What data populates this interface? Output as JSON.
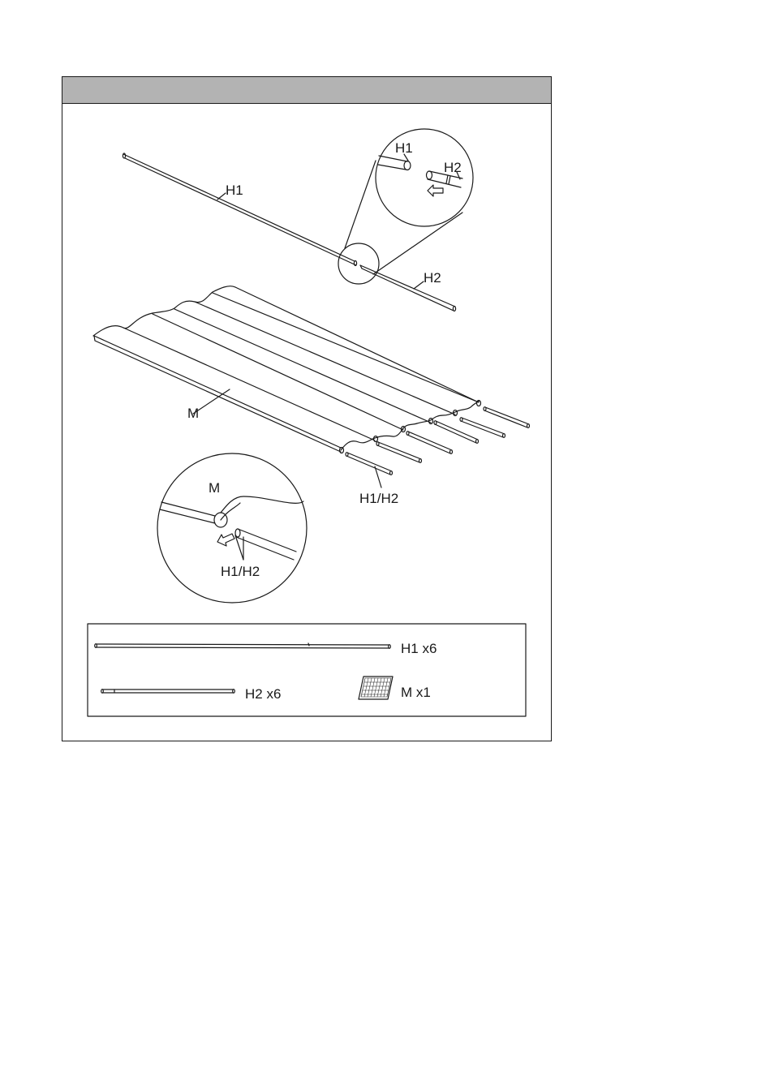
{
  "diagram": {
    "header_title": "",
    "labels": {
      "rod_h1": "H1",
      "rod_h2": "H2",
      "zoom1_h1": "H1",
      "zoom1_h2": "H2",
      "mat_m": "M",
      "rods_h1h2": "H1/H2",
      "zoom2_m": "M",
      "zoom2_h1h2": "H1/H2"
    },
    "parts": [
      {
        "id": "H1",
        "label": "H1 x6"
      },
      {
        "id": "H2",
        "label": "H2 x6"
      },
      {
        "id": "M",
        "label": "M x1"
      }
    ]
  }
}
